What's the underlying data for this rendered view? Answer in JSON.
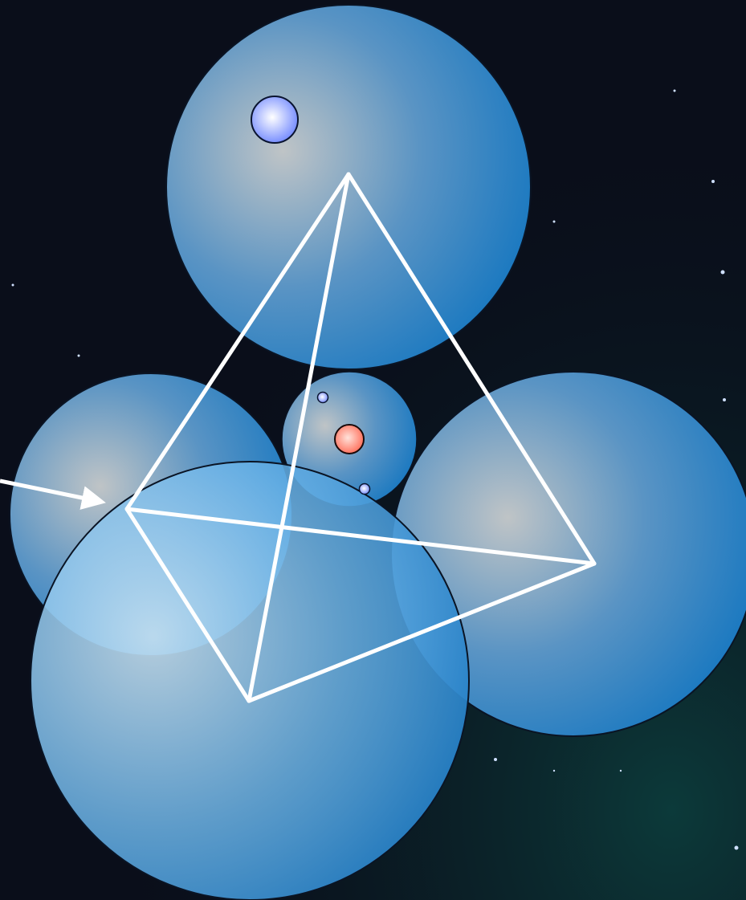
{
  "scene": {
    "background": {
      "base": "#0a0e1a",
      "glow": "#0c3a3a"
    },
    "sphere_color": {
      "center": "#bfc4c6",
      "mid": "#5a94c4",
      "edge": "#1476c0"
    },
    "front_sphere_color": {
      "center": "#c8e2f2",
      "mid": "#6cb4e8",
      "edge": "#1a78c2"
    },
    "spheres": [
      {
        "name": "large-sphere-top"
      },
      {
        "name": "large-sphere-left"
      },
      {
        "name": "large-sphere-right"
      },
      {
        "name": "central-sphere"
      },
      {
        "name": "large-sphere-front"
      }
    ],
    "tetrahedron": {
      "color": "#ffffff",
      "vertices": [
        "apex",
        "left",
        "front",
        "right"
      ],
      "edges": [
        [
          "apex",
          "left"
        ],
        [
          "apex",
          "front"
        ],
        [
          "apex",
          "right"
        ],
        [
          "left",
          "front"
        ],
        [
          "left",
          "right"
        ],
        [
          "front",
          "right"
        ]
      ]
    },
    "particles": [
      {
        "name": "blue-particle-large",
        "color": "#6e86ff"
      },
      {
        "name": "red-particle",
        "color": "#ff7a66"
      },
      {
        "name": "blue-particle-small-upper",
        "color": "#8f9bff"
      },
      {
        "name": "blue-particle-small-lower",
        "color": "#8f9bff"
      }
    ],
    "arrow": {
      "color": "#ffffff",
      "target": "left"
    }
  }
}
